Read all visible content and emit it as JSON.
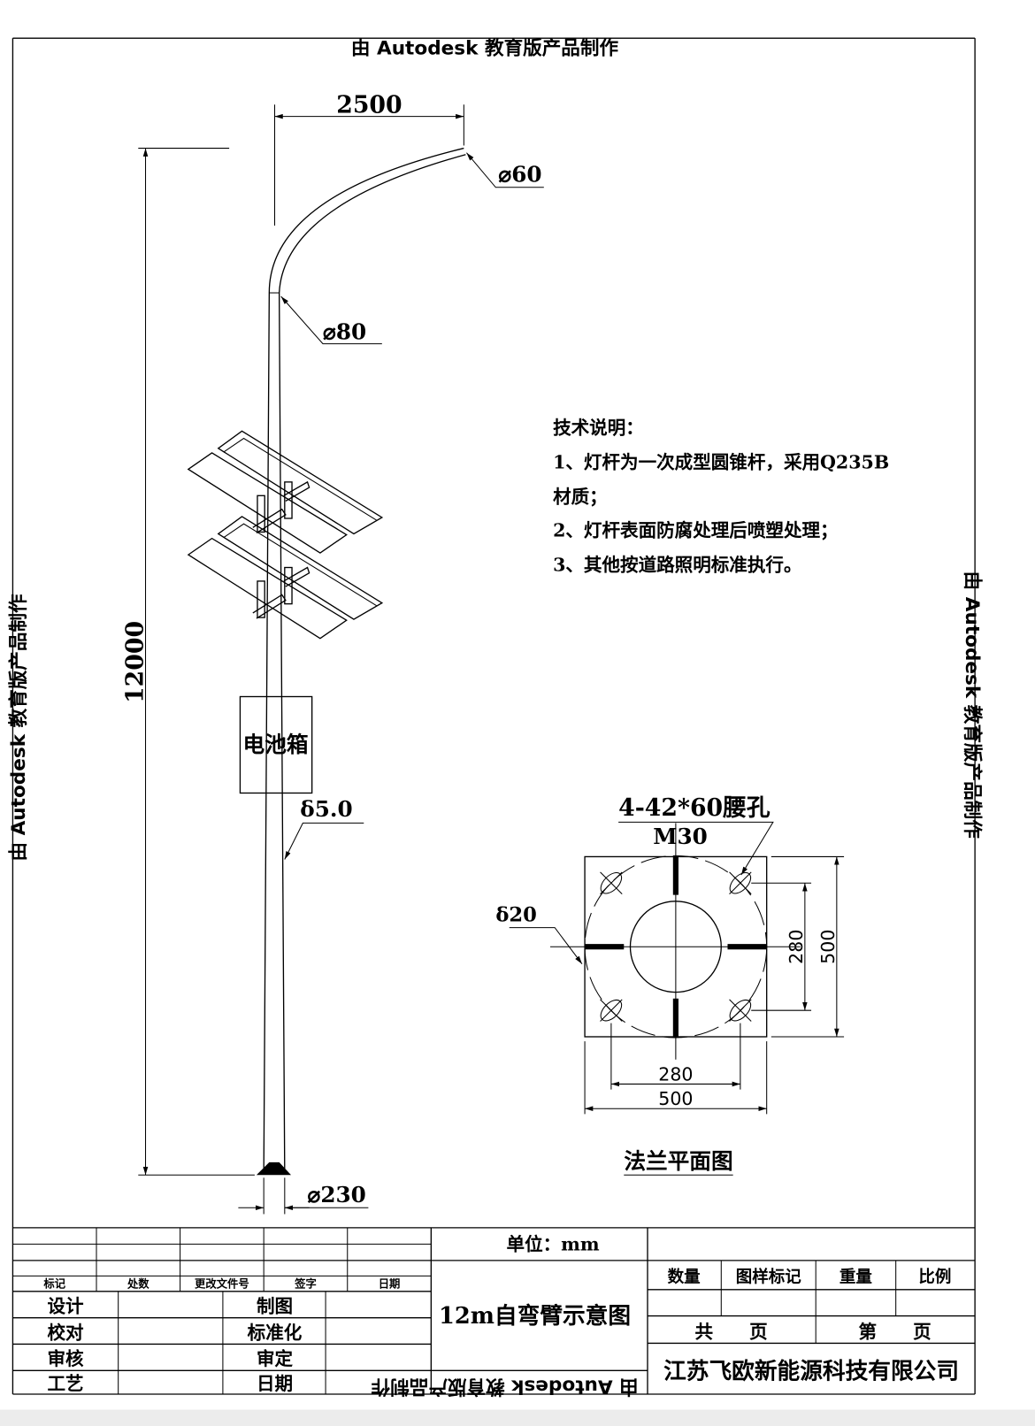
{
  "watermark": "由 Autodesk 教育版产品制作",
  "pole": {
    "arm_length": "2500",
    "height": "12000",
    "tip_diameter": "⌀60",
    "arm_base_diameter": "⌀80",
    "wall_thickness": "δ5.0",
    "base_diameter": "⌀230",
    "battery_box": "电池箱"
  },
  "tech_notes": {
    "title": "技术说明：",
    "lines": [
      "1、灯杆为一次成型圆锥杆，采用Q235B",
      "材质；",
      "2、灯杆表面防腐处理后喷塑处理；",
      "3、其他按道路照明标准执行。"
    ]
  },
  "flange": {
    "hole_label": "4-42*60腰孔",
    "bolt_label": "M30",
    "thickness": "δ20",
    "hole_spacing_h": "280",
    "width": "500",
    "hole_spacing_v": "280",
    "height": "500",
    "caption": "法兰平面图"
  },
  "title_block": {
    "unit": "单位：mm",
    "revision_headers": [
      "标记",
      "处数",
      "更改文件号",
      "签字",
      "日期"
    ],
    "roles_left": [
      "设计",
      "校对",
      "审核",
      "工艺"
    ],
    "roles_right": [
      "制图",
      "标准化",
      "审定",
      "日期"
    ],
    "drawing_title": "12m自弯臂示意图",
    "info_headers": [
      "数量",
      "图样标记",
      "重量",
      "比例"
    ],
    "total_pages": "共　　页",
    "page_no": "第　　页",
    "company": "江苏飞欧新能源科技有限公司"
  }
}
